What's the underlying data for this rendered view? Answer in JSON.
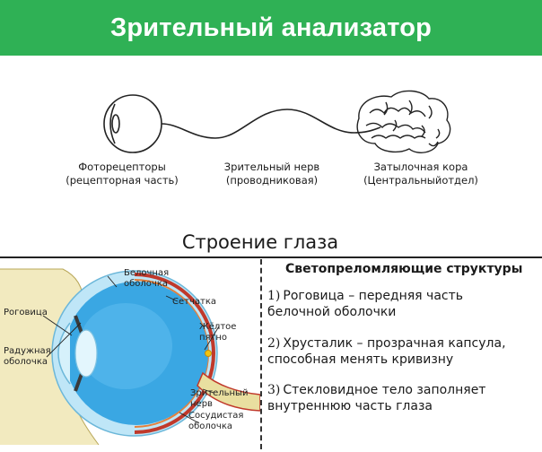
{
  "header": {
    "title": "Зрительный анализатор"
  },
  "pathway": {
    "photoreceptors": {
      "line1": "Фоторецепторы",
      "line2": "(рецепторная часть)"
    },
    "optic_nerve": {
      "line1": "Зрительный нерв",
      "line2": "(проводниковая)"
    },
    "occipital_cortex": {
      "line1": "Затылочная кора",
      "line2": "(Центральныйотдел)"
    }
  },
  "eye_structure": {
    "title": "Строение глаза",
    "labels": {
      "sclera": {
        "line1": "Белочная",
        "line2": "оболочка"
      },
      "retina": "Сетчатка",
      "cornea": "Роговица",
      "yellow_spot": {
        "line1": "Жёлтое",
        "line2": "пятно"
      },
      "iris": {
        "line1": "Радужная",
        "line2": "оболочка"
      },
      "optic_nerve": {
        "line1": "Зрительный",
        "line2": "нерв"
      },
      "choroid": {
        "line1": "Сосудистая",
        "line2": "оболочка"
      }
    }
  },
  "refraction": {
    "heading": "Светопреломляющие структуры",
    "items": [
      {
        "num": "1)",
        "line1": "Роговица – передняя часть",
        "line2": "белочной оболочки"
      },
      {
        "num": "2)",
        "line1": "Хрусталик – прозрачная капсула,",
        "line2": "способная менять кривизну"
      },
      {
        "num": "3)",
        "line1": "Стекловидное тело заполняет",
        "line2": "внутреннюю часть глаза"
      }
    ]
  },
  "colors": {
    "title_bar": "#2fb155",
    "eye_fill": "#3aa7e3",
    "eye_outer": "#bfe6f7",
    "choroid": "#c0392b",
    "eyelid": "#e8d98a"
  }
}
